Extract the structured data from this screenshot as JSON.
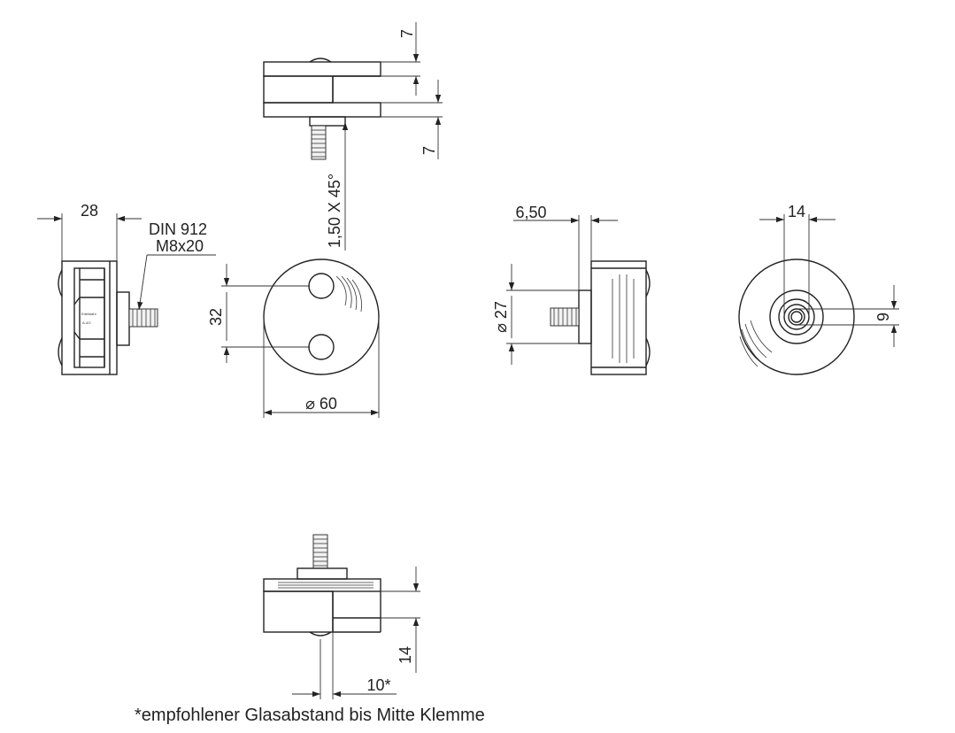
{
  "drawing": {
    "dimensions": {
      "top_upper_gap": "7",
      "top_lower_gap": "7",
      "chamfer": "1,50 X 45°",
      "side_width": "28",
      "screw_standard": "DIN 912",
      "screw_size": "M8x20",
      "hole_spacing": "32",
      "outer_diameter": "⌀ 60",
      "step_width": "6,50",
      "boss_diameter": "⌀ 27",
      "rear_width": "14",
      "rear_height": "9",
      "bottom_gap": "14",
      "glass_distance": "10*"
    },
    "engraving": [
      "Edelstahl",
      "A-4/2"
    ],
    "footnote": "*empfohlener Glasabstand bis Mitte Klemme"
  }
}
